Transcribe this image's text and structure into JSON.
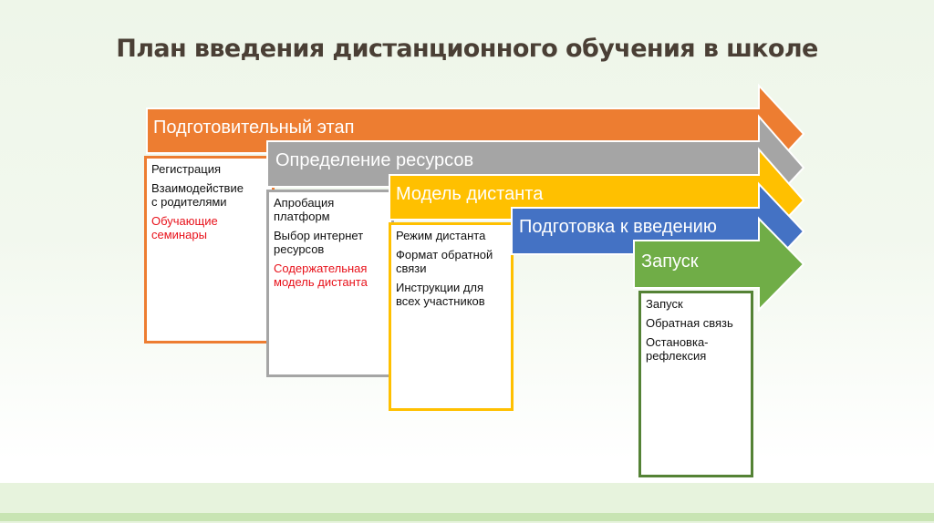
{
  "title": "План введения дистанционного обучения в школе",
  "colors": {
    "orange": "#ed7d31",
    "gray": "#a5a5a5",
    "yellow": "#ffc000",
    "blue": "#4472c4",
    "green": "#70ad47",
    "green_border": "#548235",
    "highlight_red": "#e8121b",
    "title": "#4a3f35"
  },
  "stages": [
    {
      "label": "Подготовительный этап",
      "color": "orange",
      "items": [
        {
          "text": "Регистрация",
          "highlight": false
        },
        {
          "text": "Взаимодействие с родителями",
          "highlight": false
        },
        {
          "text": "Обучающие семинары",
          "highlight": true
        }
      ]
    },
    {
      "label": "Определение ресурсов",
      "color": "gray",
      "items": [
        {
          "text": "Апробация платформ",
          "highlight": false
        },
        {
          "text": "Выбор интернет ресурсов",
          "highlight": false
        },
        {
          "text": "Содержательная модель дистанта",
          "highlight": true
        }
      ]
    },
    {
      "label": "Модель дистанта",
      "color": "yellow",
      "items": [
        {
          "text": "Режим дистанта",
          "highlight": false
        },
        {
          "text": "Формат обратной связи",
          "highlight": false
        },
        {
          "text": "Инструкции для всех участников",
          "highlight": false
        }
      ]
    },
    {
      "label": "Подготовка к введению",
      "color": "blue",
      "items": []
    },
    {
      "label": "Запуск",
      "color": "green",
      "items": [
        {
          "text": "Запуск",
          "highlight": false
        },
        {
          "text": "Обратная связь",
          "highlight": false
        },
        {
          "text": "Остановка-рефлексия",
          "highlight": false
        }
      ]
    }
  ]
}
